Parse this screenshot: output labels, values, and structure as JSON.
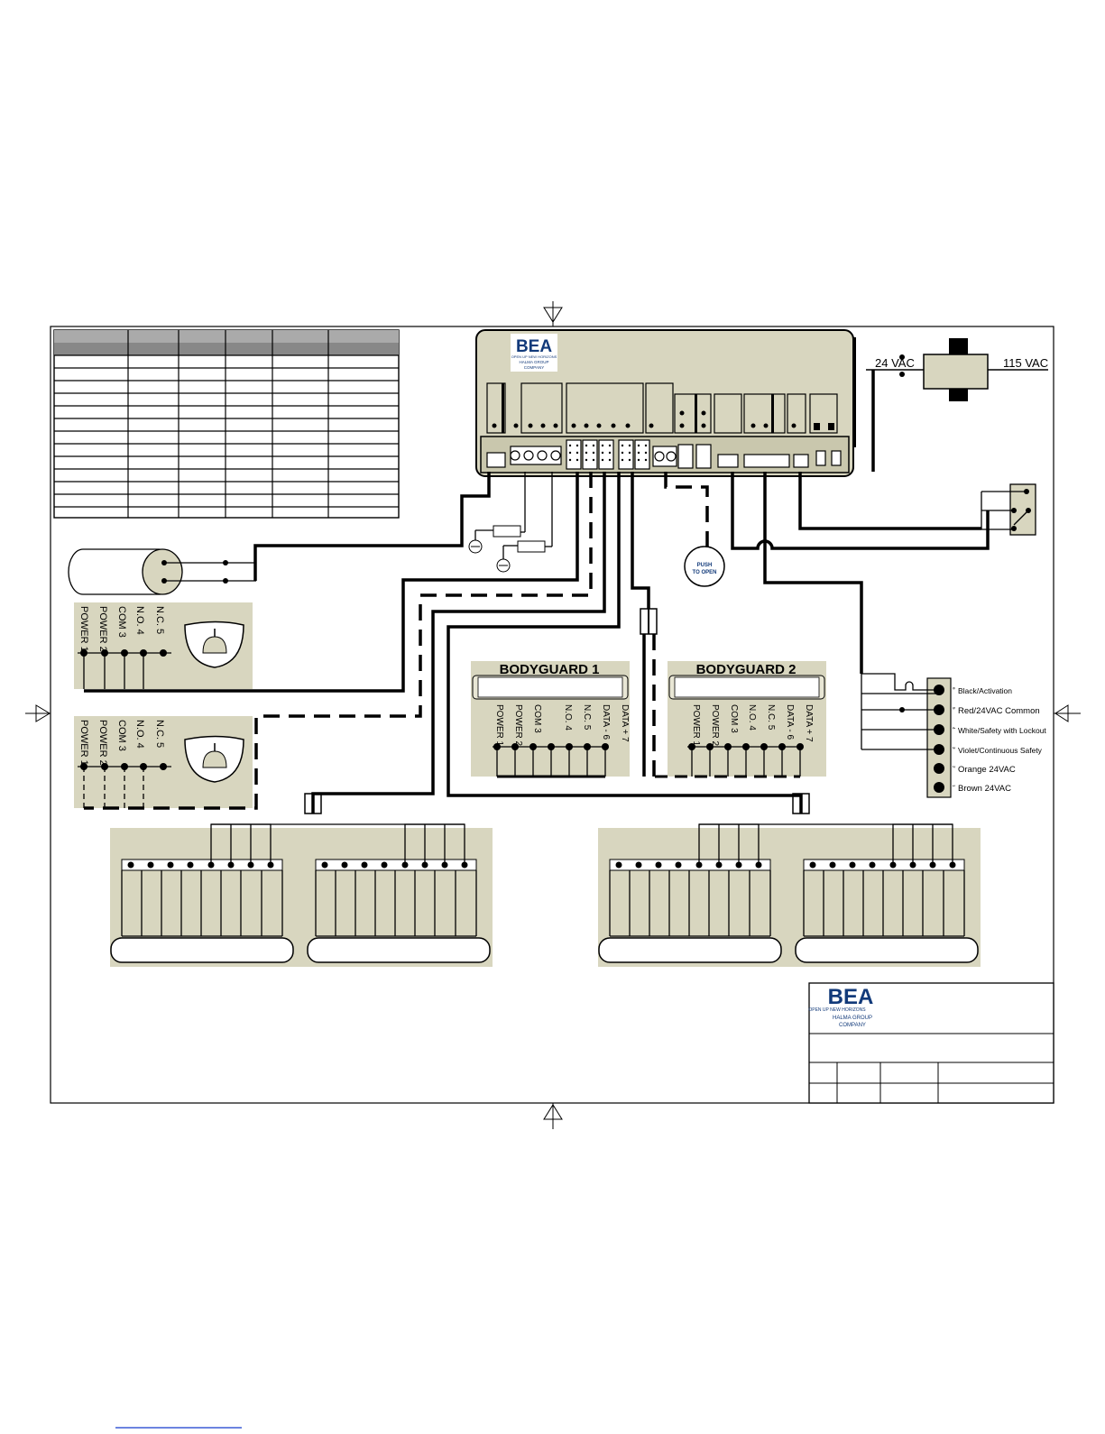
{
  "controller": {
    "brand": "BEA",
    "tagline": "OPEN UP NEW HORIZONS",
    "group": "HALMA GROUP",
    "company": "COMPANY"
  },
  "power": {
    "secondary_label": "24 VAC",
    "primary_label": "115 VAC"
  },
  "push_button": {
    "line1": "PUSH",
    "line2": "TO OPEN"
  },
  "sensors": {
    "pins": [
      "POWER 1",
      "POWER 2",
      "COM 3",
      "N.O. 4",
      "N.C. 5"
    ]
  },
  "bodyguards": [
    {
      "title": "BODYGUARD 1"
    },
    {
      "title": "BODYGUARD 2"
    }
  ],
  "bodyguard_pins": [
    "POWER 1",
    "POWER 2",
    "COM 3",
    "N.O. 4",
    "N.C. 5",
    "DATA - 6",
    "DATA + 7"
  ],
  "harness": {
    "wires": [
      {
        "num": "6",
        "label": "Black/Activation"
      },
      {
        "num": "5",
        "label": "Red/24VAC Common"
      },
      {
        "num": "4",
        "label": "White/Safety with Lockout"
      },
      {
        "num": "3",
        "label": "Violet/Continuous Safety"
      },
      {
        "num": "2",
        "label": "Orange 24VAC"
      },
      {
        "num": "1",
        "label": "Brown 24VAC"
      }
    ]
  },
  "title_block": {
    "brand": "BEA",
    "tagline": "OPEN UP NEW HORIZONS",
    "group": "HALMA GROUP",
    "company": "COMPANY"
  }
}
